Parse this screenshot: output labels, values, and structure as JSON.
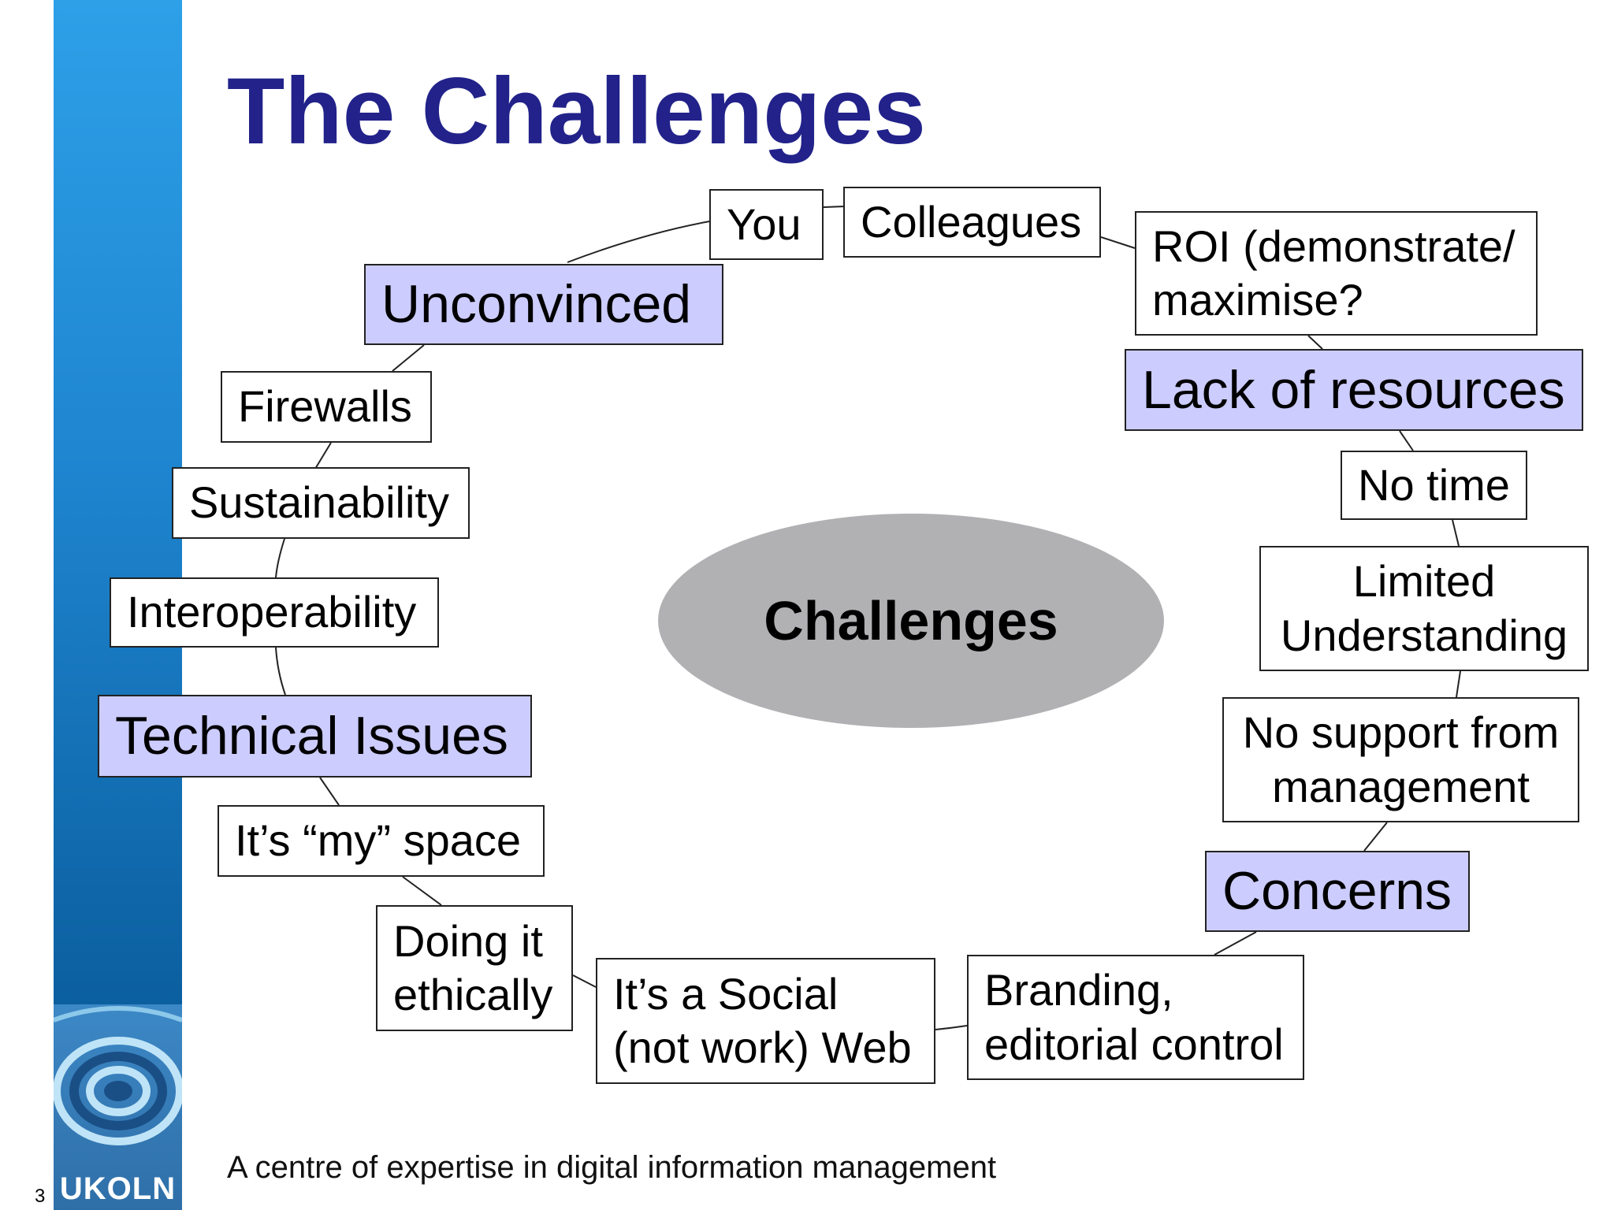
{
  "slide": {
    "number": "3",
    "title": "The Challenges",
    "footer": "A centre of expertise in digital information management",
    "logo_text": "UKOLN"
  },
  "diagram": {
    "center": "Challenges",
    "nodes": {
      "you": "You",
      "colleagues": "Colleagues",
      "roi": "ROI (demonstrate/ maximise?",
      "lack_of_resources": "Lack of resources",
      "no_time": "No time",
      "limited_understanding": "Limited Understanding",
      "no_support": "No support from management",
      "concerns": "Concerns",
      "branding": "Branding, editorial control",
      "social_web": "It’s a Social (not work) Web",
      "doing_it_ethically": "Doing it ethically",
      "my_space": "It’s “my” space",
      "technical_issues": "Technical Issues",
      "interoperability": "Interoperability",
      "sustainability": "Sustainability",
      "firewalls": "Firewalls",
      "unconvinced": "Unconvinced"
    }
  },
  "colors": {
    "title": "#22228a",
    "category_fill": "#ccccff",
    "hub_fill": "#b1b0b3",
    "sidebar": "#1f86d1"
  }
}
